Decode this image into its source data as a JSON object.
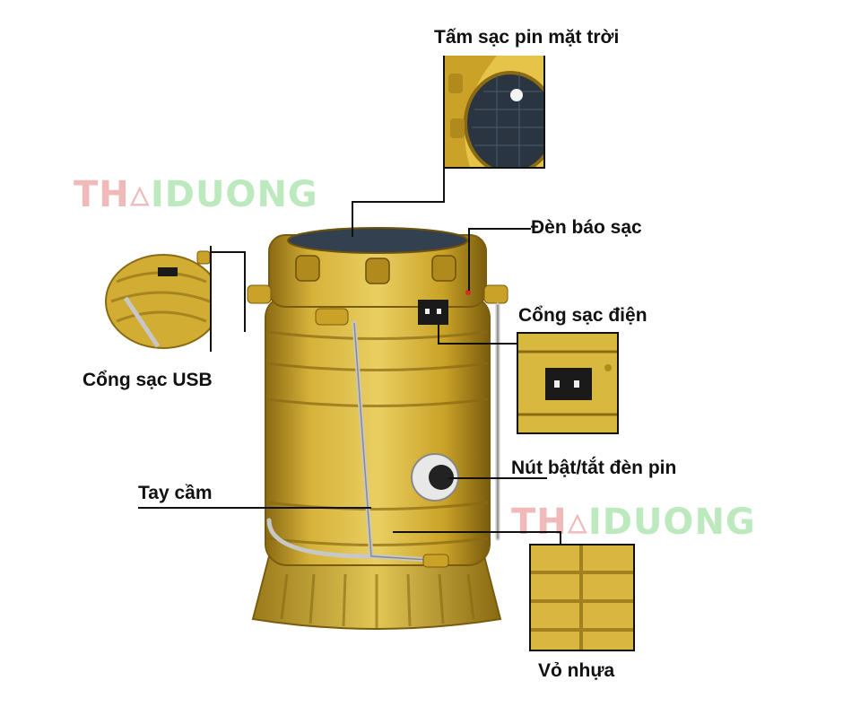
{
  "labels": {
    "solar_panel": "Tấm sạc pin mặt trời",
    "charge_indicator": "Đèn báo sạc",
    "power_port": "Cổng sạc điện",
    "usb_port": "Cổng sạc USB",
    "switch_button": "Nút bật/tắt đèn pin",
    "handle": "Tay cầm",
    "plastic_shell": "Vỏ nhựa"
  },
  "watermark": {
    "left": "TH",
    "triangle_letter": "A",
    "mid": "I",
    "right": "DUONG"
  },
  "colors": {
    "gold": "#c9a227",
    "gold_dark": "#8a6a12",
    "watermark_red": "#e06868",
    "watermark_green": "#6ecf70"
  }
}
